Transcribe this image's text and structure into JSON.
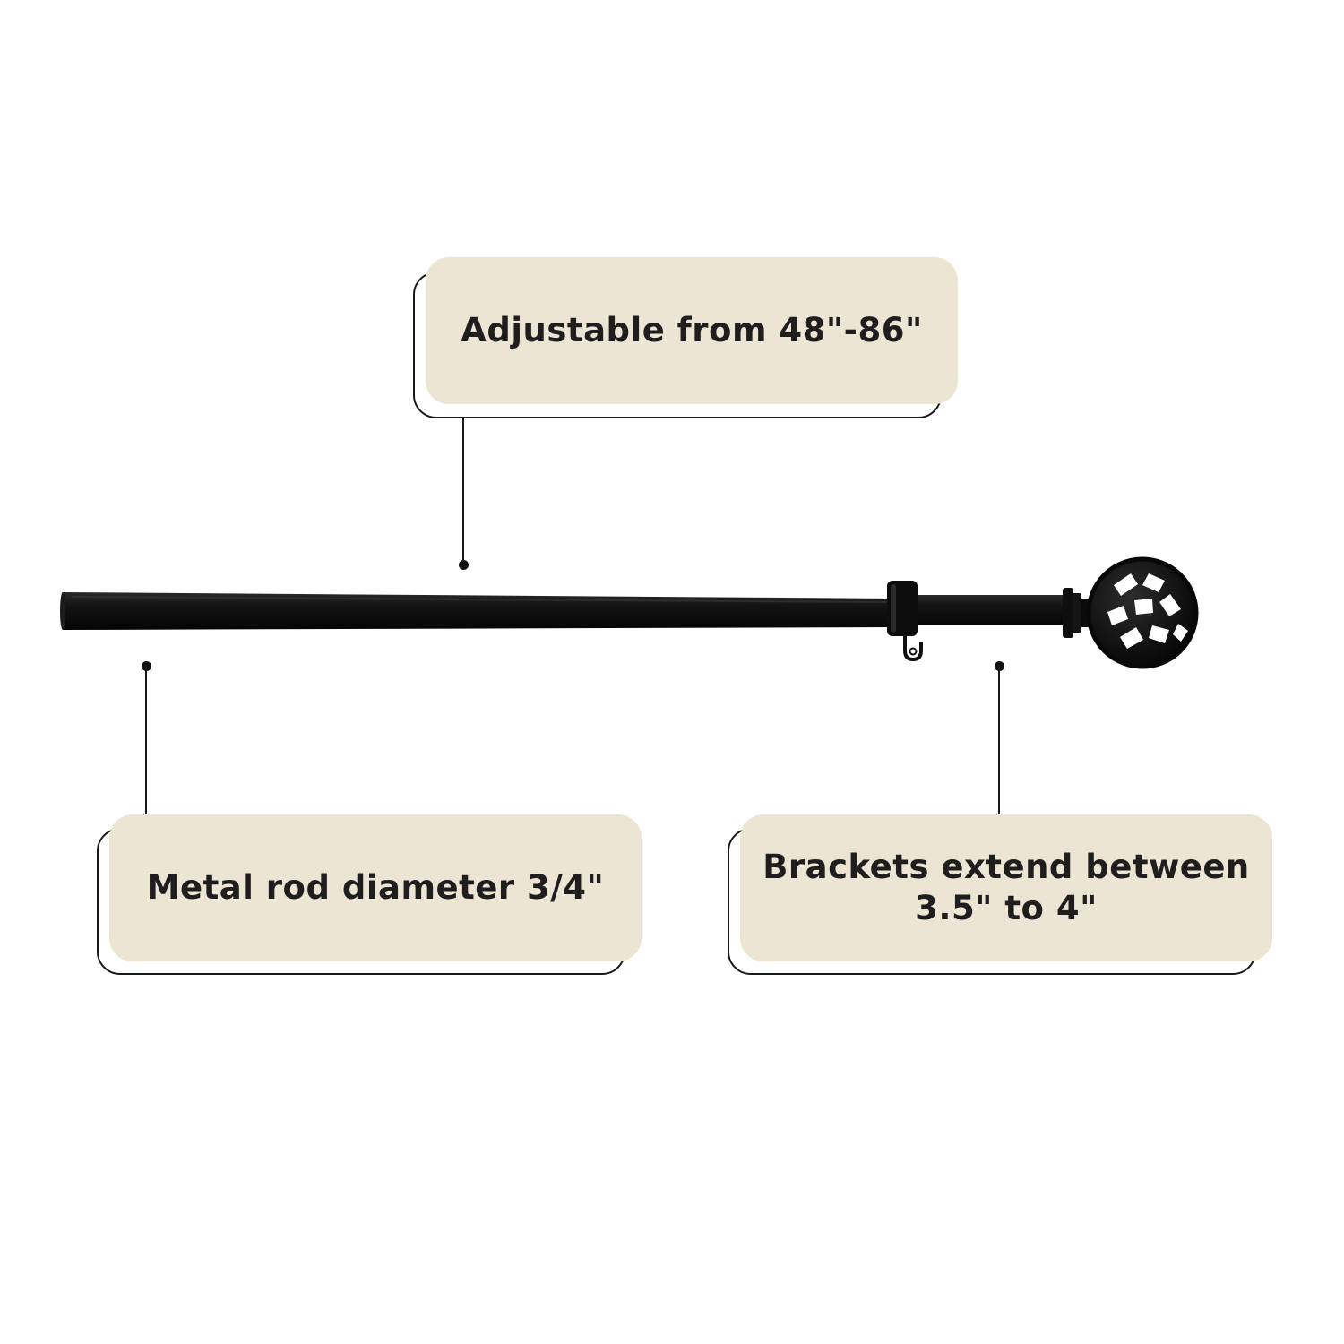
{
  "callouts": {
    "length": {
      "text": "Adjustable from 48\"-86\""
    },
    "diameter": {
      "text": "Metal rod diameter 3/4\""
    },
    "brackets": {
      "line1": "Brackets extend between",
      "line2": "3.5\" to 4\""
    }
  },
  "colors": {
    "callout_fill": "#ede5d3",
    "rod": "#111111",
    "outline": "#1a1a1a"
  },
  "icons": {
    "rod": "curtain-rod",
    "finial": "cage-ball-finial",
    "bracket": "rod-bracket"
  }
}
